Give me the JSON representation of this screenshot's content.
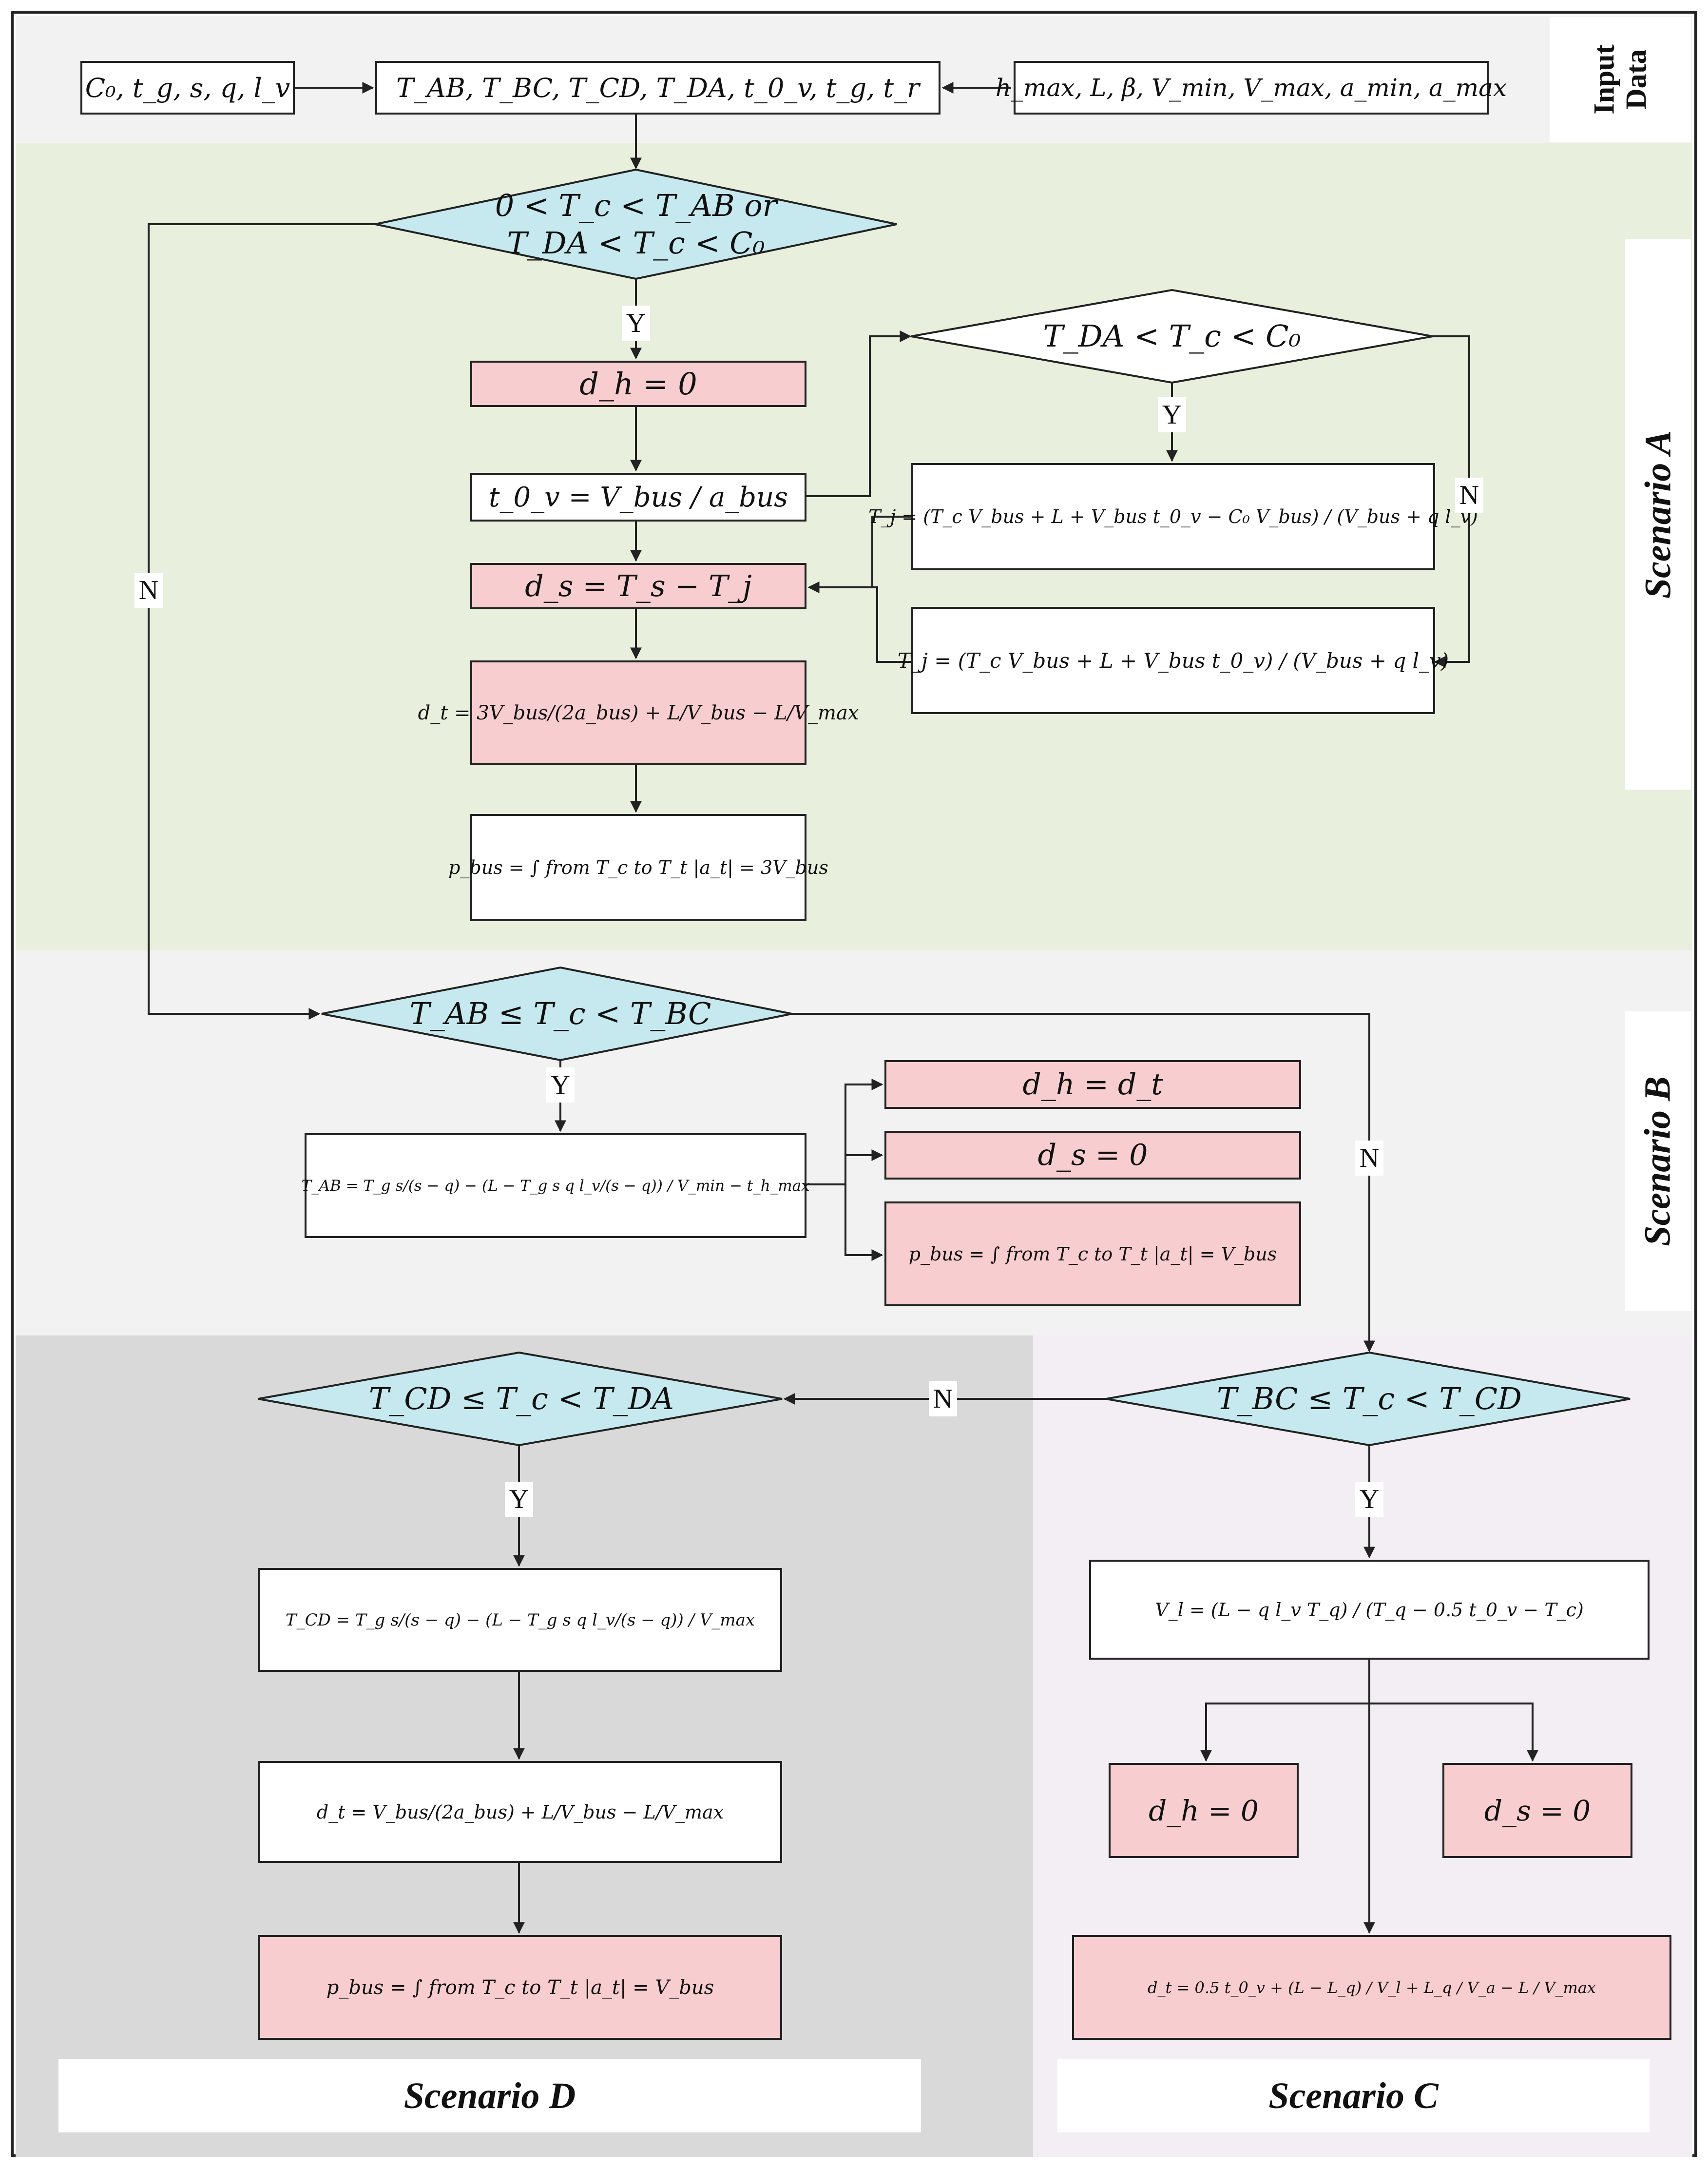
{
  "panel_titles": {
    "input": [
      "Input",
      "Data"
    ],
    "scenario_a": "Scenario A",
    "scenario_b": "Scenario B",
    "scenario_c": "Scenario C",
    "scenario_d": "Scenario D"
  },
  "inputs": {
    "left": "C₀, t_g, s, q, l_v",
    "center": "T_AB, T_BC, T_CD, T_DA, t_0_v, t_g, t_r",
    "right": "h_max, L, β, V_min, V_max, a_min, a_max"
  },
  "scenario_a": {
    "decision_main": [
      "0 < T_c < T_AB or",
      "T_DA < T_c < C₀"
    ],
    "dh": "d_h = 0",
    "t0v": "t_0_v = V_bus / a_bus",
    "ds": "d_s = T_s − T_j",
    "dt": "d_t = 3V_bus/(2a_bus) + L/V_bus − L/V_max",
    "pbus": "p_bus = ∫ from T_c to T_t |a_t| = 3V_bus",
    "decision_sub": "T_DA < T_c < C₀",
    "tj_yes": "T_j = (T_c V_bus + L + V_bus t_0_v − C₀ V_bus) / (V_bus + q l_v)",
    "tj_no": "T_j = (T_c V_bus + L + V_bus t_0_v) / (V_bus + q l_v)"
  },
  "scenario_b": {
    "decision": "T_AB ≤ T_c < T_BC",
    "tab": "T_AB = T_g s/(s − q) − (L − T_g s q l_v/(s − q)) / V_min − t_h_max",
    "dh": "d_h = d_t",
    "ds": "d_s = 0",
    "pbus": "p_bus = ∫ from T_c to T_t |a_t| = V_bus"
  },
  "scenario_c": {
    "decision": "T_BC ≤ T_c < T_CD",
    "vl": "V_l = (L − q l_v T_q) / (T_q − 0.5 t_0_v − T_c)",
    "dh": "d_h = 0",
    "ds": "d_s = 0",
    "dt": "d_t = 0.5 t_0_v + (L − L_q) / V_l + L_q / V_a − L / V_max"
  },
  "scenario_d": {
    "decision": "T_CD ≤ T_c < T_DA",
    "tcd": "T_CD = T_g s/(s − q) − (L − T_g s q l_v/(s − q)) / V_max",
    "dt": "d_t = V_bus/(2a_bus) + L/V_bus − L/V_max",
    "pbus": "p_bus = ∫ from T_c to T_t |a_t| = V_bus"
  },
  "edge_labels": {
    "yes": "Y",
    "no": "N"
  },
  "colors": {
    "input_bg": "#f2f2f2",
    "scenario_a_bg": "#e9efdd",
    "scenario_b_bg": "#f2f2f2",
    "scenario_c_bg": "#f3eef3",
    "scenario_d_bg": "#d9d9d9",
    "decision_fill": "#c5e9ee",
    "result_fill": "#f8cdcf",
    "stroke": "#222222"
  }
}
